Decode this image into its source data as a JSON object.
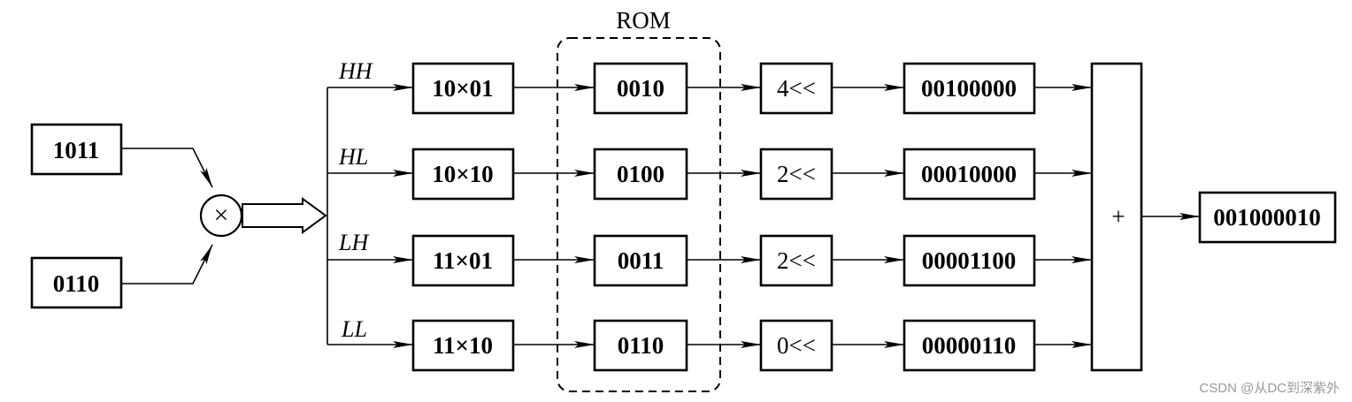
{
  "inputs": {
    "a": "1011",
    "b": "0110"
  },
  "multiply_symbol": "×",
  "rom_label": "ROM",
  "rows": [
    {
      "branch": "HH",
      "product": "10×01",
      "rom_value": "0010",
      "shift": "4<<",
      "shifted": "00100000"
    },
    {
      "branch": "HL",
      "product": "10×10",
      "rom_value": "0100",
      "shift": "2<<",
      "shifted": "00010000"
    },
    {
      "branch": "LH",
      "product": "11×01",
      "rom_value": "0011",
      "shift": "2<<",
      "shifted": "00001100"
    },
    {
      "branch": "LL",
      "product": "11×10",
      "rom_value": "0110",
      "shift": "0<<",
      "shifted": "00000110"
    }
  ],
  "adder_symbol": "+",
  "result": "001000010",
  "watermark": "CSDN @从DC到深紫外"
}
